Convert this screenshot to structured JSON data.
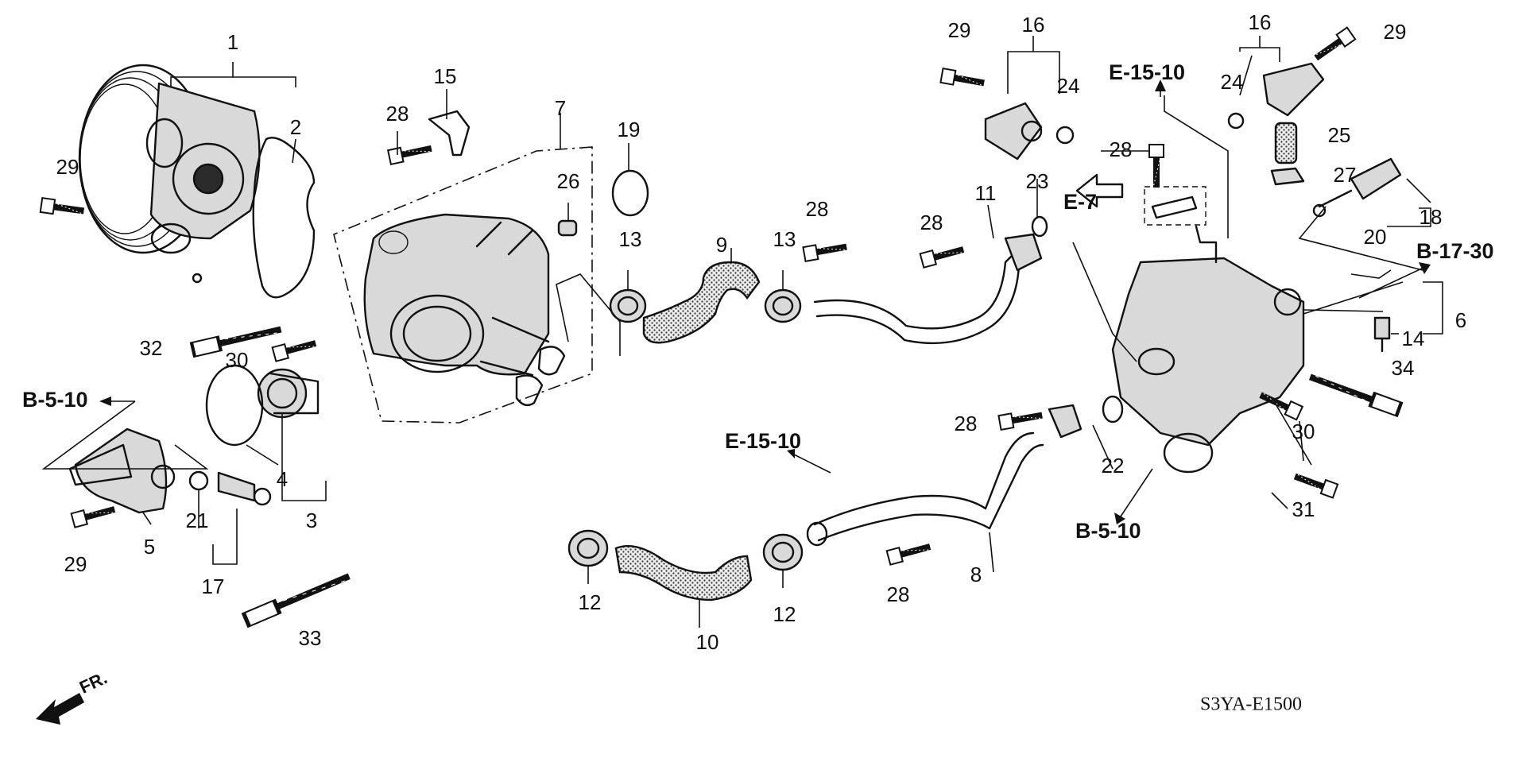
{
  "callouts": [
    "1",
    "2",
    "3",
    "4",
    "5",
    "6",
    "7",
    "8",
    "9",
    "10",
    "11",
    "12",
    "13",
    "14",
    "15",
    "16",
    "17",
    "18",
    "19",
    "20",
    "21",
    "22",
    "23",
    "24",
    "25",
    "26",
    "27",
    "28",
    "29",
    "30",
    "31",
    "32",
    "33",
    "34"
  ],
  "refs": {
    "e15_10": "E-15-10",
    "e7": "E-7",
    "b5_10": "B-5-10",
    "b17_30": "B-17-30"
  },
  "direction_label": "FR.",
  "diagram_code": "S3YA-E1500"
}
